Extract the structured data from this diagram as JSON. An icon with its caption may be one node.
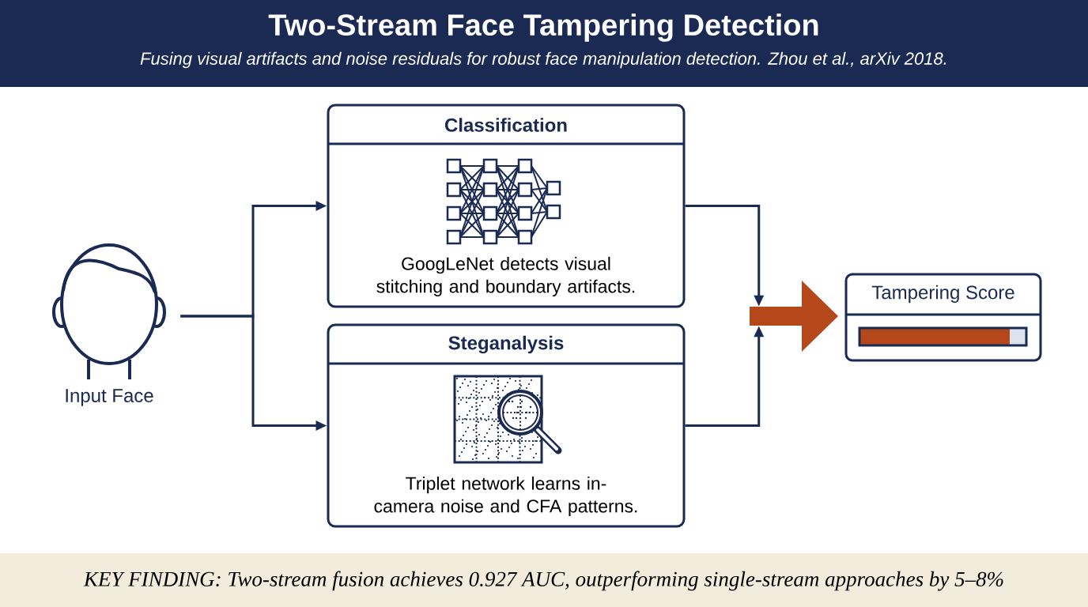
{
  "diagram": {
    "title": "Two-Stream Face Tampering Detection",
    "caption": "KEY FINDING: Two-stream fusion achieves 0.927 AUC, outperforming single-stream approaches by 5–8%",
    "nodes": [
      {
        "text": [],
        "shape": "person",
        "beside": [
          "Input Face"
        ]
      },
      {
        "text": [
          "Classification",
          "GoogLeNet detects visual stitching and boundary artifacts."
        ]
      },
      {
        "text": [
          "Steganalysis",
          "Triplet network learns in-camera noise and CFA patterns."
        ]
      },
      {
        "text": [],
        "shape": "arrow"
      },
      {
        "text": [
          "Tampering Score"
        ]
      }
    ],
    "edges": [
      {
        "from": 0,
        "to": 1,
        "arrow": "to"
      },
      {
        "from": 0,
        "to": 2,
        "arrow": "to"
      },
      {
        "from": 1,
        "to": 3,
        "arrow": "to"
      },
      {
        "from": 2,
        "to": 3,
        "arrow": "to"
      }
    ],
    "labels": [
      "Fusing visual artifacts and noise residuals for robust face manipulation detection. Zhou et al., arXiv 2018."
    ]
  }
}
